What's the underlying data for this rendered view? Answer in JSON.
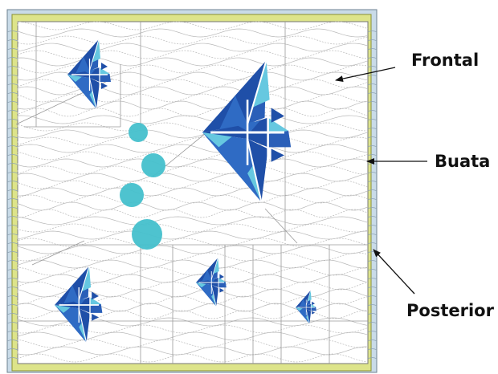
{
  "labels": {
    "frontal": "Frontal",
    "buata": "Buata",
    "posterior": "Posterior"
  },
  "colors": {
    "backing": "#c9dbe8",
    "batting": "#dde48a",
    "top_fabric": "#ffffff",
    "fish_dark": "#1f4fa8",
    "fish_mid": "#2f6bc4",
    "fish_light": "#66c8e0",
    "bubble": "#45c0cc",
    "stitch": "#b8b8b8"
  },
  "icons": [
    "angelfish-large",
    "angelfish-small",
    "bubble"
  ]
}
